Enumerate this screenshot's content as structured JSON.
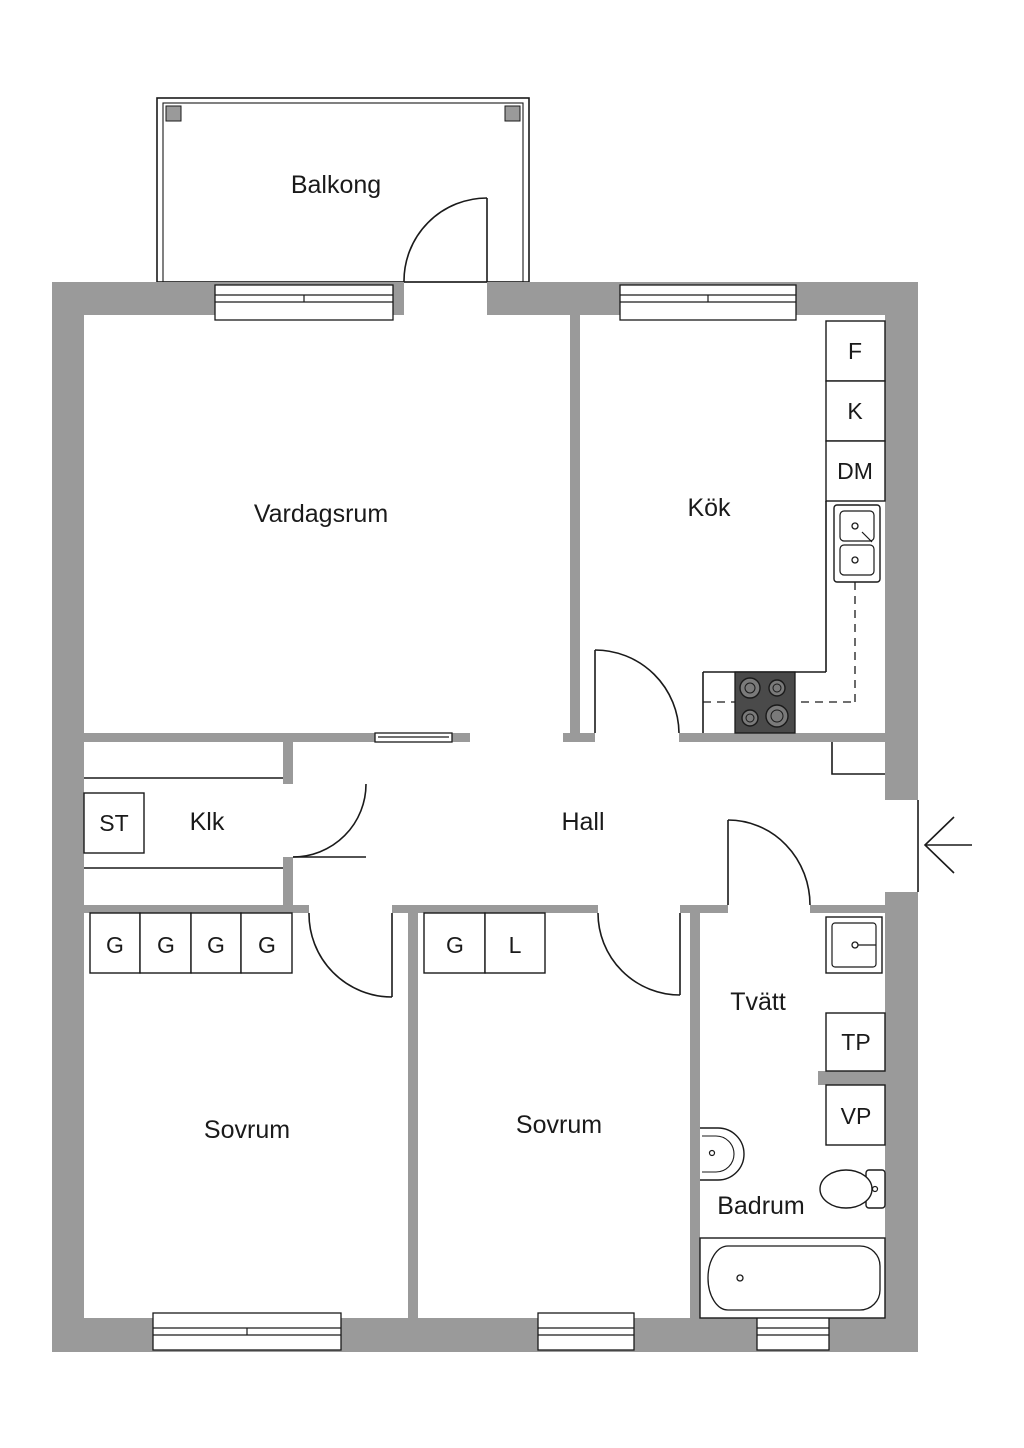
{
  "rooms": {
    "balkong": "Balkong",
    "vardagsrum": "Vardagsrum",
    "kok": "Kök",
    "hall": "Hall",
    "klk": "Klk",
    "sovrum_1": "Sovrum",
    "sovrum_2": "Sovrum",
    "tvatt": "Tvätt",
    "badrum": "Badrum"
  },
  "fixtures": {
    "fridge": "F",
    "freezer": "K",
    "dishwasher": "DM",
    "storage": "ST",
    "wardrobe_bed1": [
      "G",
      "G",
      "G",
      "G"
    ],
    "wardrobe_bed2": [
      "G",
      "L"
    ],
    "washer": "TP",
    "water_heater": "VP"
  }
}
